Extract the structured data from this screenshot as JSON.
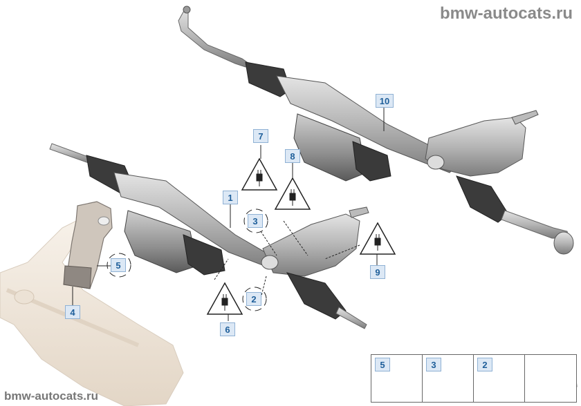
{
  "watermark_top": "bmw-autocats.ru",
  "watermark_bottom": "bmw-autocats.ru",
  "callouts": {
    "c1": "1",
    "c2": "2",
    "c3": "3",
    "c4": "4",
    "c5": "5",
    "c6": "6",
    "c7": "7",
    "c8": "8",
    "c9": "9",
    "c10": "10"
  },
  "legend": {
    "item_a": "5",
    "item_b": "3",
    "item_c": "2"
  },
  "colors": {
    "callout_fill": "#dce8f5",
    "callout_text": "#1f5f9a",
    "part_metal": "#b9b9b9",
    "boot_dark": "#3a3a3a",
    "ghost_part": "#efe6da"
  }
}
